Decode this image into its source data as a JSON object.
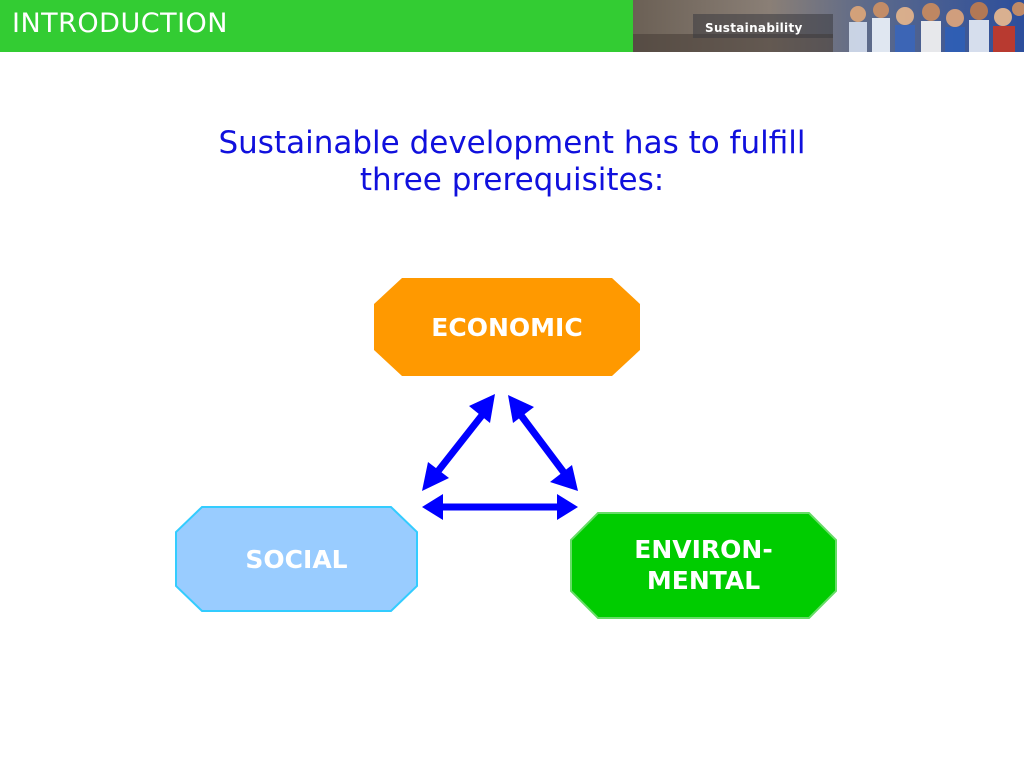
{
  "header": {
    "title": "INTRODUCTION",
    "photo_label": "Sustainability"
  },
  "subtitle": {
    "line1": "Sustainable development has to fulfill",
    "line2": "three prerequisites:"
  },
  "nodes": {
    "economic": {
      "label": "ECONOMIC",
      "fill": "#ff9900"
    },
    "social": {
      "label": "SOCIAL",
      "fill": "#99ccff",
      "border": "#33ccff"
    },
    "environmental": {
      "line1": "ENVIRON-",
      "line2": "MENTAL",
      "fill": "#00cc00",
      "border": "#66dd66"
    }
  },
  "colors": {
    "header_bg": "#33cc33",
    "subtitle": "#1010dd",
    "arrow": "#0000ff"
  }
}
